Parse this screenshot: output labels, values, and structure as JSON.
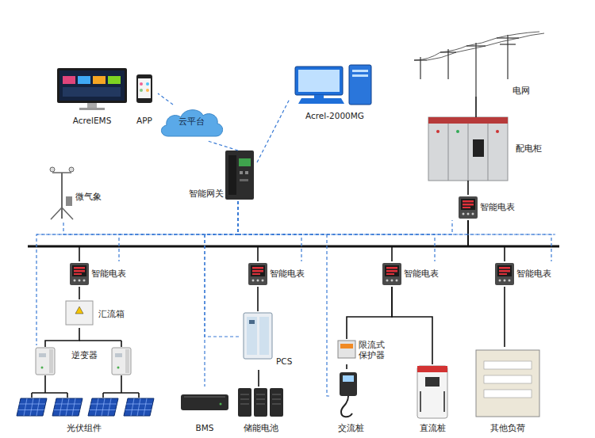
{
  "diagram": {
    "nodes": [
      {
        "text": [
          "AcrelEMS"
        ]
      },
      {
        "text": [
          "APP"
        ]
      },
      {
        "text": [
          "云平台"
        ]
      },
      {
        "text": [
          "Acrel-2000MG"
        ]
      },
      {
        "text": [
          "电网"
        ]
      },
      {
        "text": [
          "配电柜"
        ]
      },
      {
        "text": [
          "智能网关"
        ]
      },
      {
        "text": [
          "微气象"
        ]
      },
      {
        "text": [
          "智能电表"
        ]
      },
      {
        "text": [
          "智能电表"
        ]
      },
      {
        "text": [
          "智能电表"
        ]
      },
      {
        "text": [
          "智能电表"
        ]
      },
      {
        "text": [
          "智能电表"
        ]
      },
      {
        "text": [
          "汇流箱"
        ]
      },
      {
        "text": [
          "PCS"
        ]
      },
      {
        "text": [
          "限流式 保护器"
        ]
      },
      {
        "text": [
          "逆变器"
        ]
      },
      {
        "text": [
          "交流桩"
        ]
      },
      {
        "text": [
          "直流桩"
        ]
      },
      {
        "text": [
          "其他负荷"
        ]
      },
      {
        "text": [
          "光伏组件"
        ]
      },
      {
        "text": [
          "BMS"
        ]
      },
      {
        "text": [
          "储能电池"
        ]
      }
    ],
    "edges": [
      {
        "from": 4,
        "to": 5,
        "arrow": "none"
      },
      {
        "from": 5,
        "to": 8,
        "arrow": "none"
      },
      {
        "from": 8,
        "to": 9,
        "arrow": "none"
      },
      {
        "from": 8,
        "to": 10,
        "arrow": "none"
      },
      {
        "from": 8,
        "to": 11,
        "arrow": "none"
      },
      {
        "from": 8,
        "to": 12,
        "arrow": "none"
      },
      {
        "from": 9,
        "to": 13,
        "arrow": "none"
      },
      {
        "from": 13,
        "to": 16,
        "arrow": "none"
      },
      {
        "from": 16,
        "to": 20,
        "arrow": "none"
      },
      {
        "from": 10,
        "to": 14,
        "arrow": "none"
      },
      {
        "from": 14,
        "to": 22,
        "arrow": "none"
      },
      {
        "from": 11,
        "to": 15,
        "arrow": "none"
      },
      {
        "from": 15,
        "to": 17,
        "arrow": "none"
      },
      {
        "from": 11,
        "to": 18,
        "arrow": "none"
      },
      {
        "from": 12,
        "to": 19,
        "arrow": "none"
      },
      {
        "from": 6,
        "to": 2,
        "arrow": "none"
      },
      {
        "from": 6,
        "to": 3,
        "arrow": "none"
      },
      {
        "from": 2,
        "to": 1,
        "arrow": "none"
      },
      {
        "from": 6,
        "to": 7,
        "arrow": "none"
      },
      {
        "from": 6,
        "to": 8,
        "arrow": "none"
      },
      {
        "from": 6,
        "to": 9,
        "arrow": "none"
      },
      {
        "from": 6,
        "to": 16,
        "arrow": "none"
      },
      {
        "from": 6,
        "to": 10,
        "arrow": "none"
      },
      {
        "from": 6,
        "to": 14,
        "arrow": "none"
      },
      {
        "from": 6,
        "to": 21,
        "arrow": "none"
      },
      {
        "from": 6,
        "to": 11,
        "arrow": "none"
      },
      {
        "from": 6,
        "to": 17,
        "arrow": "none"
      },
      {
        "from": 6,
        "to": 12,
        "arrow": "none"
      }
    ]
  }
}
